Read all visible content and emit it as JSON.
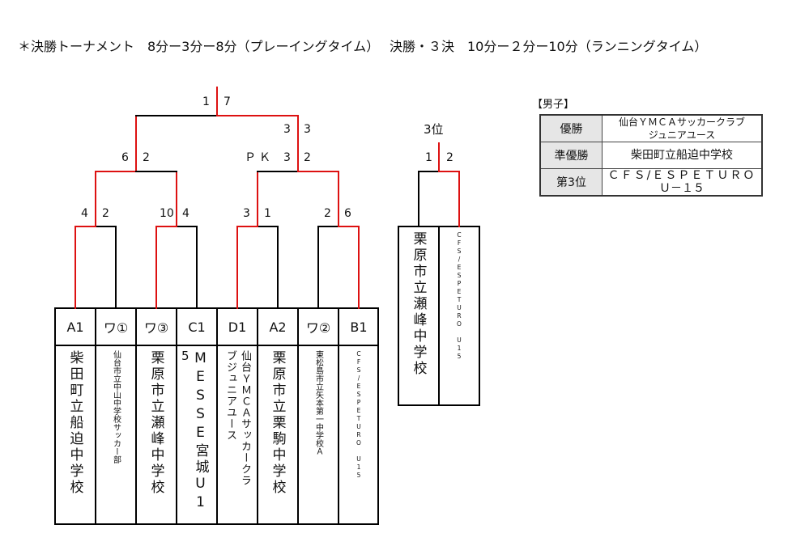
{
  "header": {
    "left": "＊決勝トーナメント　8分ー3分ー8分（プレーイングタイム）",
    "right": "決勝・３決　10分ー２分ー10分（ランニングタイム）"
  },
  "colors": {
    "winner_line": "#dd1111",
    "line": "#000000"
  },
  "matches": {
    "r1_m1": {
      "left": "4",
      "right": "2"
    },
    "r1_m2": {
      "left": "10",
      "right": "4"
    },
    "r1_m3": {
      "left": "3",
      "right": "1"
    },
    "r1_m4": {
      "left": "2",
      "right": "6"
    },
    "semi1": {
      "left": "6",
      "right": "2"
    },
    "semi2": {
      "pk_label": "ＰＫ",
      "left": "3",
      "right": "2",
      "pk_left": "3",
      "pk_right": "3"
    },
    "final": {
      "left": "1",
      "right": "7"
    },
    "third": {
      "title": "3位",
      "left": "1",
      "right": "2"
    }
  },
  "slots": [
    {
      "seed": "A1",
      "team": "柴田町立船迫中学校"
    },
    {
      "seed": "ワ①",
      "team": "仙台市立中山中学校サッカー部"
    },
    {
      "seed": "ワ③",
      "team": "栗原市立瀬峰中学校"
    },
    {
      "seed": "C1",
      "team": "MESSE宮城U1",
      "prefix": "5"
    },
    {
      "seed": "D1",
      "team_line1": "仙台ＹＭＣＡサッカークラ",
      "team_line2": "ブジュニアユース"
    },
    {
      "seed": "A2",
      "team": "栗原市立栗駒中学校"
    },
    {
      "seed": "ワ②",
      "team": "東松島市立矢本第一中学校Ａ"
    },
    {
      "seed": "B1",
      "team": "CFS/ESPETURO U15"
    }
  ],
  "third_slots": [
    {
      "team": "栗原市立瀬峰中学校"
    },
    {
      "team": "CFS/ESPETURO U15"
    }
  ],
  "results": {
    "title": "【男子】",
    "rows": [
      {
        "label": "優勝",
        "value_line1": "仙台ＹＭＣＡサッカークラブ",
        "value_line2": "ジュニアユース"
      },
      {
        "label": "準優勝",
        "value": "柴田町立船迫中学校"
      },
      {
        "label": "第3位",
        "value_line1": "ＣＦＳ/ＥＳＰＥＴＵＲＯ",
        "value_line2": "Ｕ－１５"
      }
    ]
  }
}
